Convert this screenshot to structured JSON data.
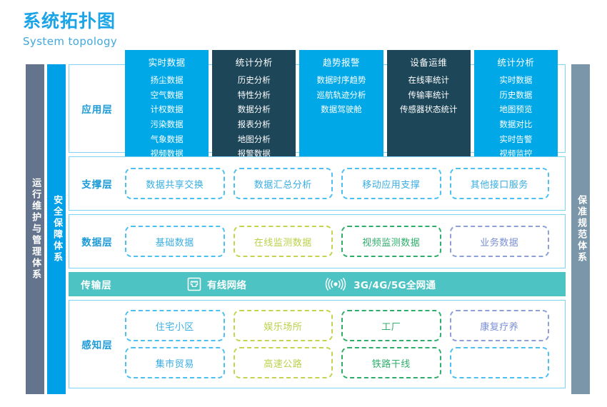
{
  "header": {
    "title_cn": "系统拓扑图",
    "title_en": "System topology",
    "title_color": "#1ca4e8"
  },
  "sidebars": {
    "left_outer": {
      "label": "运行维护与管理体系",
      "color": "#64748c"
    },
    "left_inner": {
      "label": "安全保障体系",
      "color": "#00a0e9"
    },
    "right": {
      "label": "保准规范体系",
      "color": "#7b96a8"
    }
  },
  "layers": {
    "application": {
      "label": "应用层",
      "panels": [
        {
          "title": "实时数据",
          "style": "light",
          "columns": 2,
          "items": [
            "扬尘数据",
            "空气数据",
            "计权数据",
            "污染数据",
            "气象数据",
            "视频数据"
          ]
        },
        {
          "title": "统计分析",
          "style": "dark",
          "columns": 2,
          "items": [
            "历史分析",
            "特性分析",
            "数据分析",
            "报表分析",
            "地图分析",
            "报警数据"
          ]
        },
        {
          "title": "趋势报警",
          "style": "light",
          "columns": 1,
          "items": [
            "数据时序趋势",
            "巡航轨迹分析",
            "数据驾驶舱"
          ]
        },
        {
          "title": "设备运维",
          "style": "dark",
          "columns": 1,
          "items": [
            "在线率统计",
            "传输率统计",
            "传感器状态统计"
          ]
        },
        {
          "title": "统计分析",
          "style": "light",
          "columns": 2,
          "items": [
            "实时数据",
            "历史数据",
            "地图预览",
            "数据对比",
            "实时告警",
            "视频监控"
          ]
        }
      ]
    },
    "support": {
      "label": "支撑层",
      "items": [
        {
          "label": "数据共享交换",
          "color": "blue"
        },
        {
          "label": "数据汇总分析",
          "color": "blue"
        },
        {
          "label": "移动应用支撑",
          "color": "blue"
        },
        {
          "label": "其他接口服务",
          "color": "blue"
        }
      ]
    },
    "data": {
      "label": "数据层",
      "items": [
        {
          "label": "基础数据",
          "color": "blue"
        },
        {
          "label": "在线监测数据",
          "color": "lime"
        },
        {
          "label": "视频监测数据",
          "color": "green"
        },
        {
          "label": "业务数据",
          "color": "purple"
        }
      ]
    },
    "transmission": {
      "label": "传输层",
      "background": "#4ec3c3",
      "wired": {
        "icon": "ethernet-port-icon",
        "label": "有线网络"
      },
      "wireless": {
        "icon": "wireless-signal-icon",
        "label": "3G/4G/5G全网通"
      }
    },
    "perception": {
      "label": "感知层",
      "rows": [
        [
          {
            "label": "住宅小区",
            "color": "blue"
          },
          {
            "label": "娱乐场所",
            "color": "lime"
          },
          {
            "label": "工厂",
            "color": "green"
          },
          {
            "label": "康复疗养",
            "color": "purple"
          }
        ],
        [
          {
            "label": "集市贸易",
            "color": "blue"
          },
          {
            "label": "高速公路",
            "color": "lime"
          },
          {
            "label": "铁路干线",
            "color": "green"
          },
          {
            "label": "",
            "color": "ghost"
          }
        ]
      ]
    }
  },
  "palette": {
    "accent_blue": "#00a8e8",
    "dark_panel": "#1d4659",
    "teal": "#4ec3c3",
    "lime": "#c5d44e",
    "green": "#2fae6b",
    "purple": "#7b8fd4"
  }
}
